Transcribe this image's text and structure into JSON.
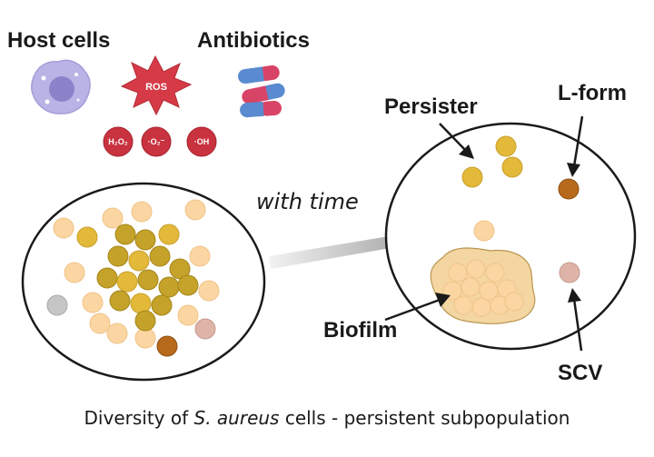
{
  "labels": {
    "host_cells": "Host cells",
    "antibiotics": "Antibiotics",
    "ros": "ROS",
    "h2o2": "H₂O₂",
    "superoxide": "·O₂⁻",
    "hydroxyl": "·OH",
    "with_time": "with time",
    "persister": "Persister",
    "l_form": "L-form",
    "biofilm": "Biofilm",
    "scv": "SCV"
  },
  "caption": {
    "prefix": "Diversity of ",
    "species": "S. aureus",
    "suffix": " cells - persistent subpopulation"
  },
  "colors": {
    "host_cell": "#b9b3e6",
    "host_nucleus": "#8a83c9",
    "ros_star": "#d63a47",
    "ros_circle": "#c9323f",
    "capsule_pink": "#d84466",
    "capsule_blue": "#5a8ad0",
    "pale_cell": "#fbd6a2",
    "yellow_cell": "#e3b93a",
    "olive_cell": "#c5a22a",
    "lform_cell": "#b86a1c",
    "scv_cell": "#dfb4a8",
    "grey_cell": "#c6c6c6",
    "biofilm_matrix": "#f3d6a1",
    "arrow_grey": "#a8a8a8"
  }
}
